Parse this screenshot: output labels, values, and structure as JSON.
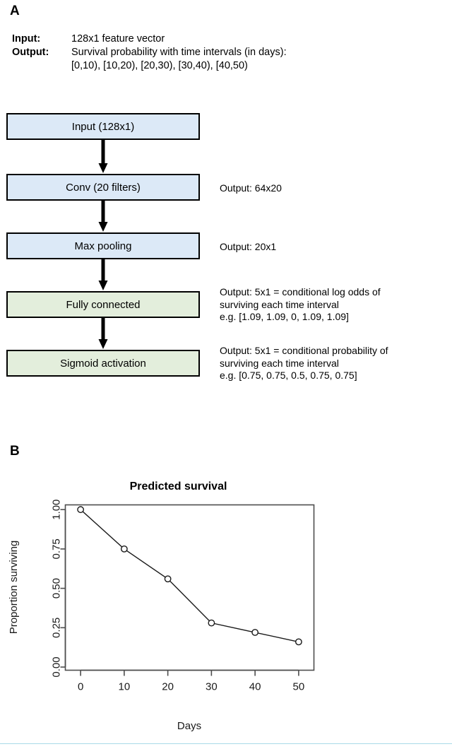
{
  "panels": {
    "a_letter": "A",
    "b_letter": "B"
  },
  "spec": {
    "input_key": "Input:",
    "input_value": "128x1 feature vector",
    "output_key": "Output:",
    "output_value_line1": "Survival probability with time intervals (in days):",
    "output_value_line2": "[0,10), [10,20), [20,30), [30,40), [40,50)"
  },
  "flow": {
    "nodes": [
      {
        "label": "Input (128x1)",
        "color": "blue"
      },
      {
        "label": "Conv (20 filters)",
        "color": "blue"
      },
      {
        "label": "Max pooling",
        "color": "blue"
      },
      {
        "label": "Fully connected",
        "color": "green"
      },
      {
        "label": "Sigmoid activation",
        "color": "green"
      }
    ],
    "notes": [
      {
        "line1": "Output: 64x20",
        "line2": "",
        "line3": ""
      },
      {
        "line1": "Output: 20x1",
        "line2": "",
        "line3": ""
      },
      {
        "line1": "Output: 5x1 = conditional log odds of",
        "line2": "surviving each time interval",
        "line3": "e.g. [1.09, 1.09, 0, 1.09, 1.09]"
      },
      {
        "line1": "Output: 5x1 = conditional probability of",
        "line2": "surviving each time interval",
        "line3": "e.g. [0.75, 0.75, 0.5, 0.75, 0.75]"
      }
    ]
  },
  "chart_data": {
    "type": "line",
    "title": "Predicted survival",
    "xlabel": "Days",
    "ylabel": "Proportion surviving",
    "x": [
      0,
      10,
      20,
      30,
      40,
      50
    ],
    "values": [
      1.0,
      0.75,
      0.56,
      0.28,
      0.22,
      0.16
    ],
    "xticks": [
      0,
      10,
      20,
      30,
      40,
      50
    ],
    "xtick_labels": [
      "0",
      "10",
      "20",
      "30",
      "40",
      "50"
    ],
    "yticks": [
      0.0,
      0.25,
      0.5,
      0.75,
      1.0
    ],
    "ytick_labels": [
      "0.00",
      "0.25",
      "0.50",
      "0.75",
      "1.00"
    ],
    "xlim": [
      -3.5,
      53.5
    ],
    "ylim": [
      -0.02,
      1.03
    ],
    "grid": false,
    "legend": "none",
    "marker": "open-circle",
    "line_color": "#1a1a1a",
    "marker_color": "#1a1a1a"
  },
  "colors": {
    "node_blue": "#dce9f7",
    "node_green": "#e3eedc",
    "node_border": "#000000",
    "bottom_rule": "#a8dae8"
  }
}
